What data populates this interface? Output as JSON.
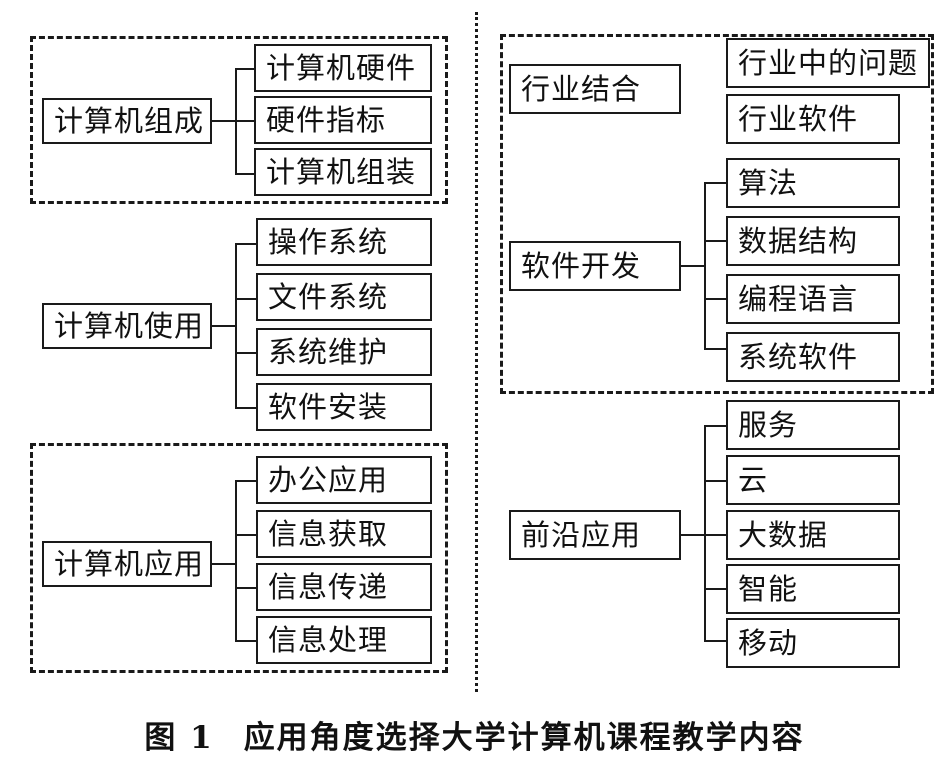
{
  "diagram": {
    "left": {
      "groups": [
        {
          "label": "计算机组成",
          "items": [
            "计算机硬件",
            "硬件指标",
            "计算机组装"
          ]
        },
        {
          "label": "计算机使用",
          "items": [
            "操作系统",
            "文件系统",
            "系统维护",
            "软件安装"
          ]
        },
        {
          "label": "计算机应用",
          "items": [
            "办公应用",
            "信息获取",
            "信息传递",
            "信息处理"
          ]
        }
      ]
    },
    "right": {
      "groups": [
        {
          "label": "行业结合",
          "items": [
            "行业中的问题",
            "行业软件"
          ]
        },
        {
          "label": "软件开发",
          "items": [
            "算法",
            "数据结构",
            "编程语言",
            "系统软件"
          ]
        },
        {
          "label": "前沿应用",
          "items": [
            "服务",
            "云",
            "大数据",
            "智能",
            "移动"
          ]
        }
      ]
    }
  },
  "caption": {
    "figure_label": "图 1",
    "title": "应用角度选择大学计算机课程教学内容"
  }
}
